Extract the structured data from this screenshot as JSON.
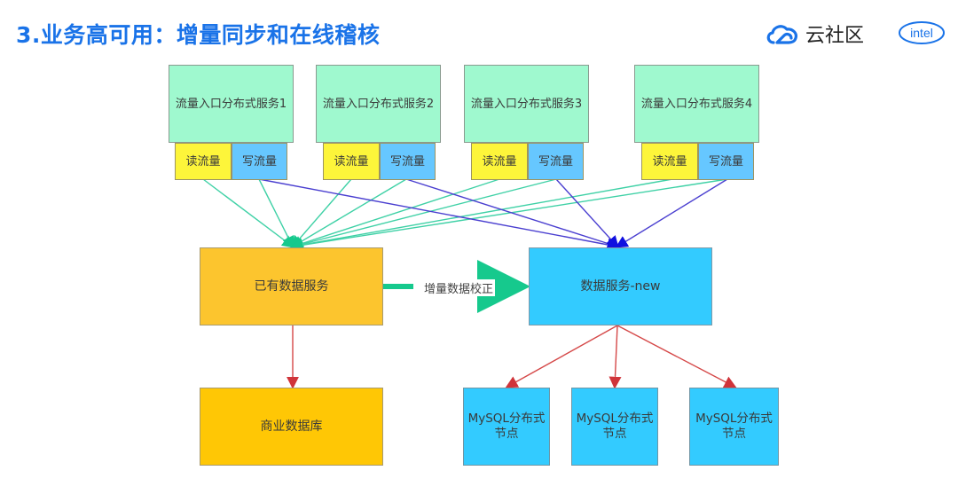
{
  "header": {
    "title": "3.业务高可用：增量同步和在线稽核",
    "logo_cloud_text": "云社区",
    "logo_cloud_icon": "cloud-icon",
    "logo_intel_text": "intel"
  },
  "colors": {
    "title": "#1a73e8",
    "service": "#9ff9cf",
    "read": "#fdf53a",
    "write": "#66c7ff",
    "existing_data_service": "#fcc52e",
    "new_data_service": "#33cbff",
    "business_db": "#ffc705",
    "mysql_node": "#33cbff",
    "read_edge": "#3fd1a6",
    "write_edge": "#4a3fd0",
    "storage_edge": "#d54848",
    "sync_edge": "#16c98d"
  },
  "diagram": {
    "services": [
      {
        "label": "流量入口分布式服务1",
        "read_label": "读流量",
        "write_label": "写流量"
      },
      {
        "label": "流量入口分布式服务2",
        "read_label": "读流量",
        "write_label": "写流量"
      },
      {
        "label": "流量入口分布式服务3",
        "read_label": "读流量",
        "write_label": "写流量"
      },
      {
        "label": "流量入口分布式服务4",
        "read_label": "读流量",
        "write_label": "写流量"
      }
    ],
    "existing_data_service": "已有数据服务",
    "new_data_service": "数据服务-new",
    "sync_label": "增量数据校正",
    "business_db": "商业数据库",
    "mysql_nodes": [
      {
        "label": "MySQL分布式\n节点"
      },
      {
        "label": "MySQL分布式\n节点"
      },
      {
        "label": "MySQL分布式\n节点"
      }
    ],
    "edges": [
      {
        "from": "service1.read",
        "to": "existing_data_service",
        "kind": "read"
      },
      {
        "from": "service1.write",
        "to": "existing_data_service",
        "kind": "read"
      },
      {
        "from": "service1.write",
        "to": "new_data_service",
        "kind": "write"
      },
      {
        "from": "service2.read",
        "to": "existing_data_service",
        "kind": "read"
      },
      {
        "from": "service2.write",
        "to": "existing_data_service",
        "kind": "read"
      },
      {
        "from": "service2.write",
        "to": "new_data_service",
        "kind": "write"
      },
      {
        "from": "service3.read",
        "to": "existing_data_service",
        "kind": "read"
      },
      {
        "from": "service3.write",
        "to": "existing_data_service",
        "kind": "read"
      },
      {
        "from": "service3.write",
        "to": "new_data_service",
        "kind": "write"
      },
      {
        "from": "service4.read",
        "to": "existing_data_service",
        "kind": "read"
      },
      {
        "from": "service4.write",
        "to": "existing_data_service",
        "kind": "read"
      },
      {
        "from": "service4.write",
        "to": "new_data_service",
        "kind": "write"
      },
      {
        "from": "existing_data_service",
        "to": "new_data_service",
        "kind": "sync"
      },
      {
        "from": "existing_data_service",
        "to": "business_db",
        "kind": "storage"
      },
      {
        "from": "new_data_service",
        "to": "mysql1",
        "kind": "storage"
      },
      {
        "from": "new_data_service",
        "to": "mysql2",
        "kind": "storage"
      },
      {
        "from": "new_data_service",
        "to": "mysql3",
        "kind": "storage"
      }
    ]
  }
}
